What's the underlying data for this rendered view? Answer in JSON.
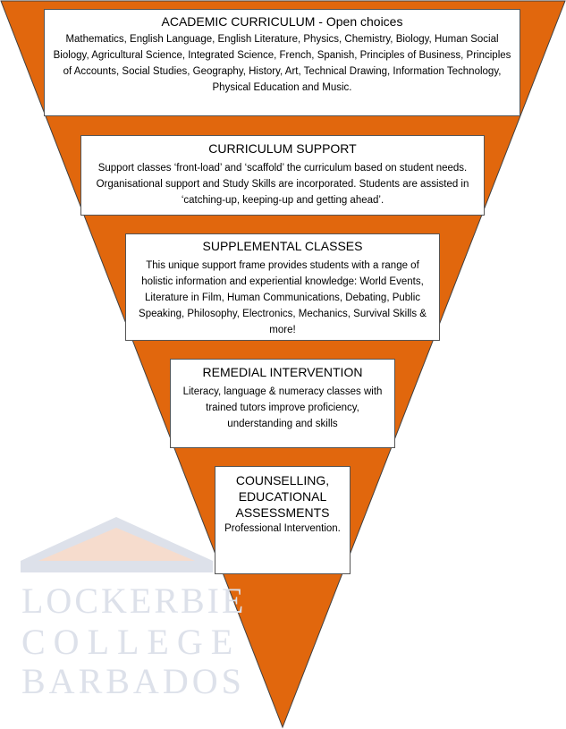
{
  "colors": {
    "pyramid_fill": "#e1670d",
    "pyramid_stroke": "#404040",
    "watermark": "#dde1ea",
    "watermark_accent": "#f6dccd"
  },
  "watermark": {
    "line1": "LOCKERBIE",
    "line2": "COLLEGE",
    "line3": "BARBADOS"
  },
  "tiers": [
    {
      "title": "ACADEMIC CURRICULUM - Open choices",
      "body": "Mathematics, English Language, English Literature, Physics, Chemistry, Biology, Human Social Biology, Agricultural Science, Integrated Science, French, Spanish, Principles of Business, Principles of Accounts, Social Studies, Geography, History, Art, Technical Drawing, Information Technology, Physical Education and Music."
    },
    {
      "title": "CURRICULUM SUPPORT",
      "body": "Support classes ‘front-load’ and ‘scaffold’ the curriculum based on student needs. Organisational support and Study Skills are incorporated. Students are assisted in ‘catching-up, keeping-up and getting ahead’."
    },
    {
      "title": "SUPPLEMENTAL CLASSES",
      "body": "This unique support frame provides students with a range of holistic information and experiential knowledge: World Events, Literature in Film, Human Communications, Debating, Public Speaking, Philosophy, Electronics, Mechanics, Survival Skills & more!"
    },
    {
      "title": "REMEDIAL INTERVENTION",
      "body": "Literacy, language & numeracy classes with trained tutors improve proficiency, understanding and skills"
    },
    {
      "title": "COUNSELLING, EDUCATIONAL ASSESSMENTS",
      "body": "Professional Intervention."
    }
  ]
}
